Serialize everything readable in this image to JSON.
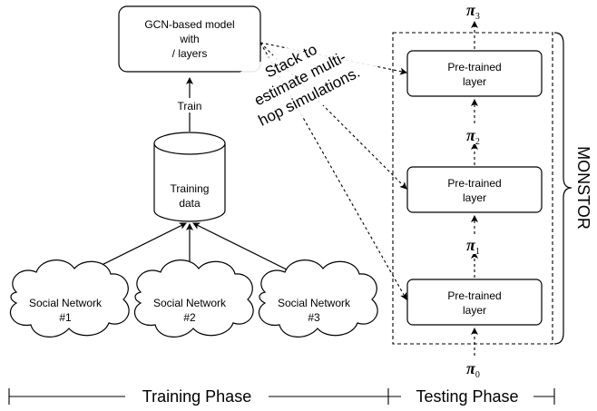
{
  "model": {
    "line1": "GCN-based model",
    "line2": "with",
    "line3": "/ layers"
  },
  "train_label": "Train",
  "training_data": {
    "line1": "Training",
    "line2": "data"
  },
  "networks": [
    {
      "line1": "Social Network",
      "line2": "#1"
    },
    {
      "line1": "Social Network",
      "line2": "#2"
    },
    {
      "line1": "Social Network",
      "line2": "#3"
    }
  ],
  "annotation": {
    "line1": "Stack to",
    "line2": "estimate multi-",
    "line3": "hop simulations."
  },
  "layers": [
    {
      "line1": "Pre-trained",
      "line2": "layer"
    },
    {
      "line1": "Pre-trained",
      "line2": "layer"
    },
    {
      "line1": "Pre-trained",
      "line2": "layer"
    }
  ],
  "pi": {
    "symbol": "π",
    "sub0": "0",
    "sub1": "1",
    "sub2": "2",
    "sub3": "3"
  },
  "monstor_label": "MONSTOR",
  "phases": {
    "training": "Training Phase",
    "testing": "Testing Phase"
  }
}
